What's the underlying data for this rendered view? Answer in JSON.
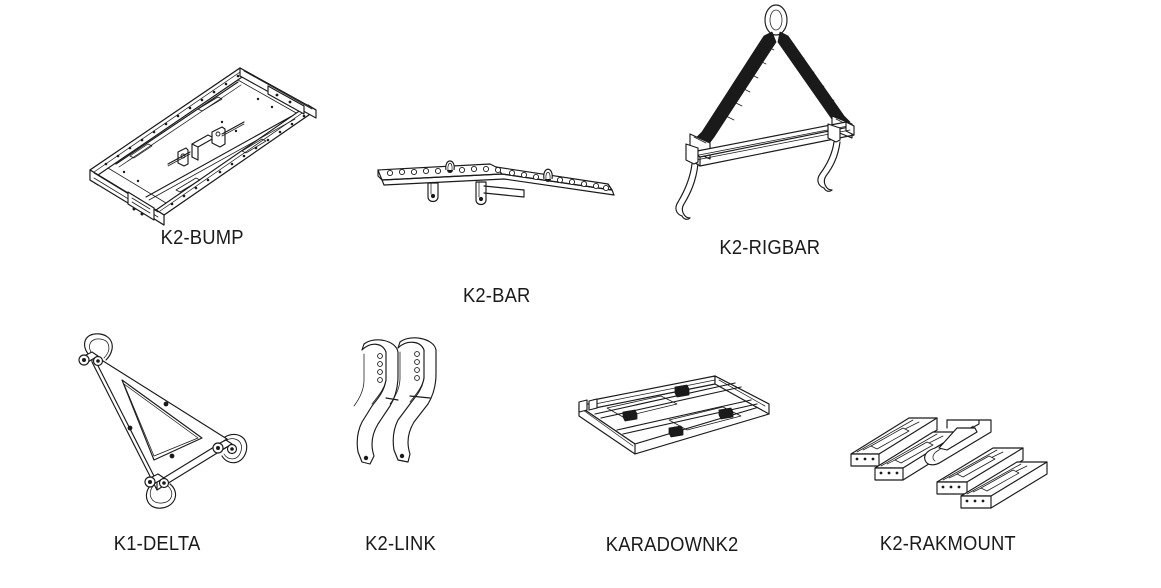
{
  "page": {
    "background_color": "#ffffff",
    "line_color": "#1a1a1a",
    "label_color": "#1a1a1a",
    "layout": "2-row product grid of technical line-art illustrations"
  },
  "products": [
    {
      "id": "k2-bump",
      "label": "K2-BUMP",
      "row": 1,
      "description": "Isometric view of a rectangular perforated lifting frame / bumper cradle with side rails and cross members"
    },
    {
      "id": "k2-bar",
      "label": "K2-BAR",
      "row": 1,
      "description": "Spreader bar with a row of adjustment holes along the top flange, two lifting lugs and two pendant brackets"
    },
    {
      "id": "k2-rigbar",
      "label": "K2-RIGBAR",
      "row": 1,
      "description": "Rigging bar suspended from an oval master link by two chain legs, with two downturned hook arms"
    },
    {
      "id": "k1-delta",
      "label": "K1-DELTA",
      "row": 2,
      "description": "Triangular delta lifting plate with three bow shackles at the corners"
    },
    {
      "id": "k2-link",
      "label": "K2-LINK",
      "row": 2,
      "description": "Pair of curved link brackets, each with a vertical row of four adjustment holes near the top"
    },
    {
      "id": "karadownk2",
      "label": "KARADOWNK2",
      "row": 2,
      "description": "Shallow rectangular tray / pan with raised edges and mounting clips"
    },
    {
      "id": "k2-rakmount",
      "label": "K2-RAKMOUNT",
      "row": 2,
      "description": "Four channel rail mounting pieces arranged in two staggered groups"
    }
  ]
}
